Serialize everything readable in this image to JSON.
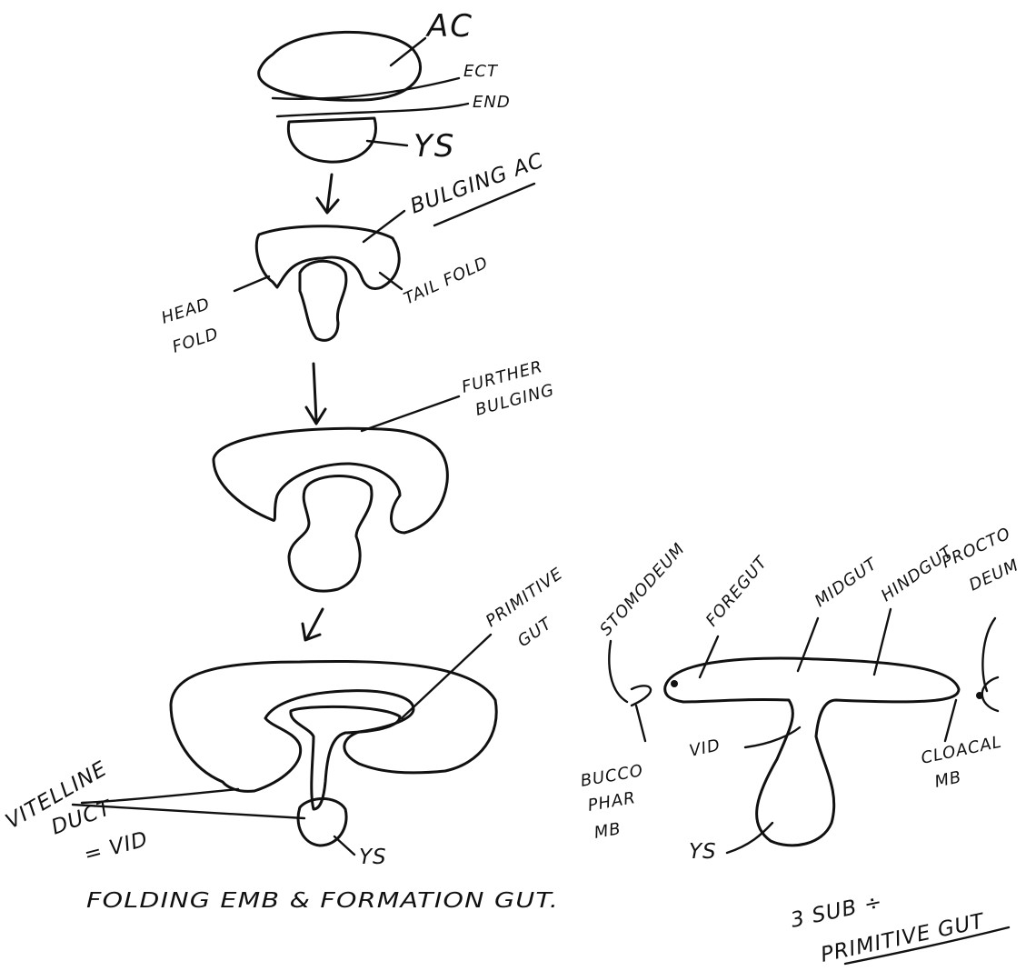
{
  "colors": {
    "ink": "#111111",
    "paper": "#ffffff"
  },
  "labels": {
    "ac": "AC",
    "ect": "ECT",
    "end": "END",
    "ys_top": "YS",
    "bulging_ac": "BULGING AC",
    "head_fold_1": "HEAD",
    "head_fold_2": "FOLD",
    "tail_fold": "TAIL FOLD",
    "further_1": "FURTHER",
    "further_2": "BULGING",
    "primitive_gut_1": "PRIMITIVE",
    "primitive_gut_2": "GUT",
    "vitelline_1": "VITELLINE",
    "vitelline_2": "DUCT",
    "vitelline_3": "= VID",
    "ys_bottom": "YS",
    "caption_left": "FOLDING EMB & FORMATION GUT.",
    "stomodeum": "STOMODEUM",
    "foregut": "FOREGUT",
    "midgut": "MIDGUT",
    "hindgut": "HINDGUT",
    "proctodeum_1": "PROCTO",
    "proctodeum_2": "DEUM",
    "bucco_1": "BUCCO",
    "bucco_2": "PHAR",
    "bucco_3": "MB",
    "vid_right": "VID",
    "cloacal_1": "CLOACAL",
    "cloacal_2": "MB",
    "ys_right": "YS",
    "caption_right_1": "3 SUB ÷",
    "caption_right_2": "PRIMITIVE GUT"
  }
}
